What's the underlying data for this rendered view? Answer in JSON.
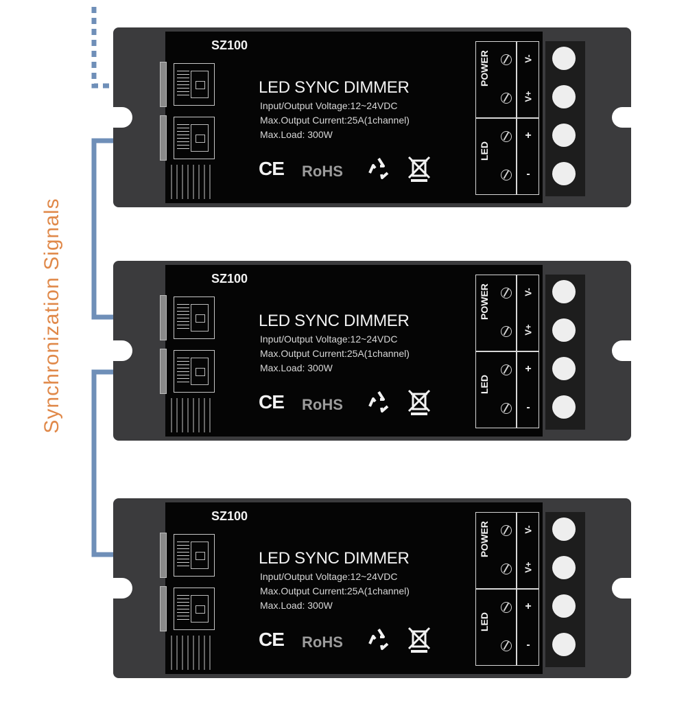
{
  "side_label": "Synchronization Signals",
  "colors": {
    "signal_wire": "#6f8fb8",
    "label": "#e0894a",
    "case": "#3b3b3d",
    "face": "#050505"
  },
  "units": [
    {
      "model": "SZ100",
      "title": "LED SYNC DIMMER",
      "specs": [
        "Input/Output Voltage:12~24VDC",
        "Max.Output Current:25A(1channel)",
        "Max.Load: 300W"
      ],
      "marks": {
        "ce": "CE",
        "rohs": "RoHS"
      },
      "terminals": {
        "power_label": "POWER",
        "led_label": "LED",
        "polarity": [
          "V-",
          "V+",
          "+",
          "-"
        ]
      }
    },
    {
      "model": "SZ100",
      "title": "LED SYNC DIMMER",
      "specs": [
        "Input/Output Voltage:12~24VDC",
        "Max.Output Current:25A(1channel)",
        "Max.Load: 300W"
      ],
      "marks": {
        "ce": "CE",
        "rohs": "RoHS"
      },
      "terminals": {
        "power_label": "POWER",
        "led_label": "LED",
        "polarity": [
          "V-",
          "V+",
          "+",
          "-"
        ]
      }
    },
    {
      "model": "SZ100",
      "title": "LED SYNC DIMMER",
      "specs": [
        "Input/Output Voltage:12~24VDC",
        "Max.Output Current:25A(1channel)",
        "Max.Load: 300W"
      ],
      "marks": {
        "ce": "CE",
        "rohs": "RoHS"
      },
      "terminals": {
        "power_label": "POWER",
        "led_label": "LED",
        "polarity": [
          "V-",
          "V+",
          "+",
          "-"
        ]
      }
    }
  ]
}
